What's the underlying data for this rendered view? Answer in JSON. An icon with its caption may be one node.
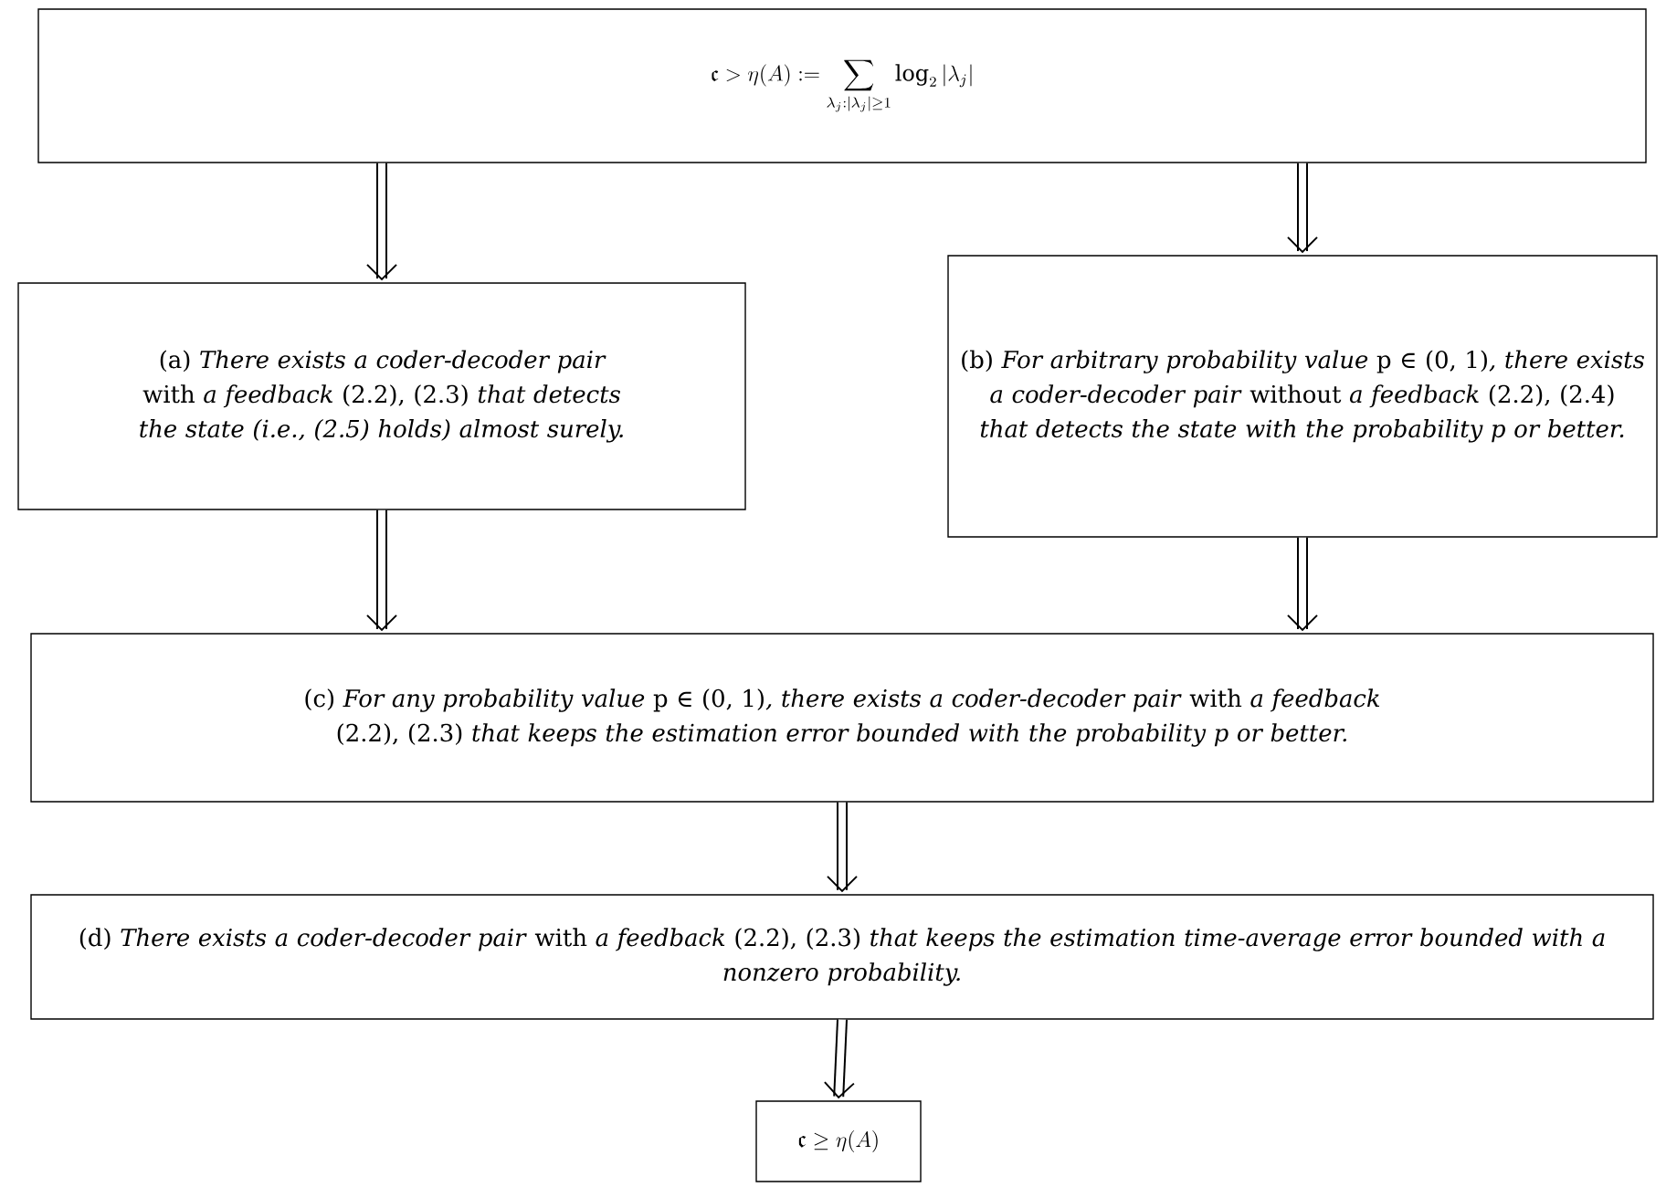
{
  "diagram": {
    "nodes": [
      {
        "text": [
          "\\mathfrak{c} > \\eta(A) := \\sum_{\\lambda_j:|\\lambda_j|\\geq 1} \\log_2 |\\lambda_j|"
        ]
      },
      {
        "text": [
          "(a) *There exists a coder-decoder pair* with *a feedback* (2.2), (2.3) *that detects the state (i.e., (2.5) holds) almost surely.*"
        ]
      },
      {
        "text": [
          "(b) *For arbitrary probability value* p ∈ (0, 1)*, there exists a coder-decoder pair* without *a feedback* (2.2), (2.4) *that detects the state with the probability p or better.*"
        ]
      },
      {
        "text": [
          "(c) *For any probability value* p ∈ (0, 1)*, there exists a coder-decoder pair* with *a feedback* (2.2), (2.3) *that keeps the estimation error bounded with the probability p or better.*"
        ]
      },
      {
        "text": [
          "(d) *There exists a coder-decoder pair* with *a feedback* (2.2), (2.3) *that keeps the estimation time-average error bounded with a nonzero probability.*"
        ]
      },
      {
        "text": [
          "\\mathfrak{c} \\geq \\eta(A)"
        ]
      }
    ],
    "edges": [
      {
        "from": 0,
        "to": 1,
        "arrow": "to"
      },
      {
        "from": 0,
        "to": 2,
        "arrow": "to"
      },
      {
        "from": 1,
        "to": 3,
        "arrow": "to"
      },
      {
        "from": 2,
        "to": 3,
        "arrow": "to"
      },
      {
        "from": 3,
        "to": 4,
        "arrow": "to"
      },
      {
        "from": 4,
        "to": 5,
        "arrow": "to"
      }
    ]
  }
}
